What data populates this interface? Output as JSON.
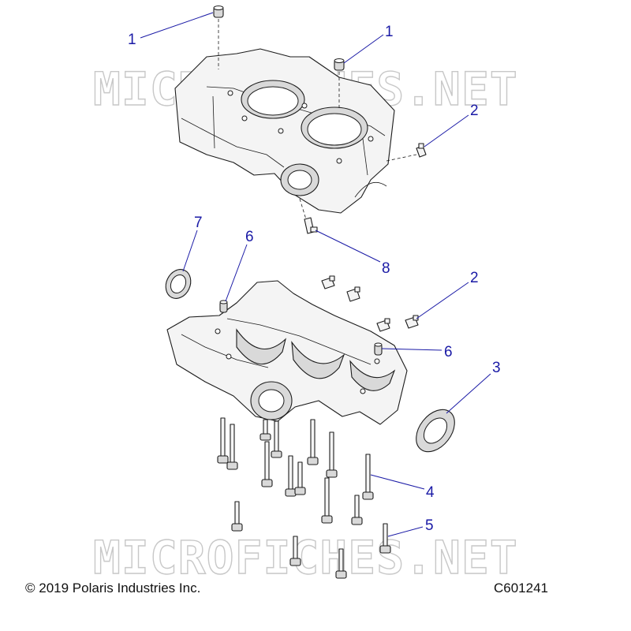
{
  "watermark": {
    "text": "MICROFICHES.NET"
  },
  "callouts": {
    "c1a": "1",
    "c1b": "1",
    "c2a": "2",
    "c2b": "2",
    "c3": "3",
    "c4": "4",
    "c5": "5",
    "c6a": "6",
    "c6b": "6",
    "c7": "7",
    "c8": "8"
  },
  "footer": {
    "copyright": "© 2019 Polaris Industries Inc.",
    "code": "C601241"
  },
  "colors": {
    "callout": "#1a1aa6",
    "line_art": "#1c1c1c",
    "watermark": "#c8c8c8"
  }
}
